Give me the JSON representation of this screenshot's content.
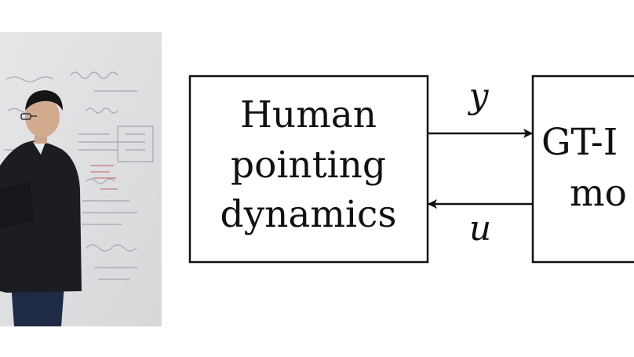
{
  "photo": {
    "subject": "presenter-at-whiteboard"
  },
  "diagram": {
    "left_block": {
      "lines": [
        "Human",
        "pointing",
        "dynamics"
      ]
    },
    "right_block": {
      "lines": [
        "GT-I",
        "mo"
      ]
    },
    "signals": {
      "forward": "y",
      "feedback": "u"
    },
    "colors": {
      "stroke": "#111111",
      "background": "#ffffff"
    }
  }
}
